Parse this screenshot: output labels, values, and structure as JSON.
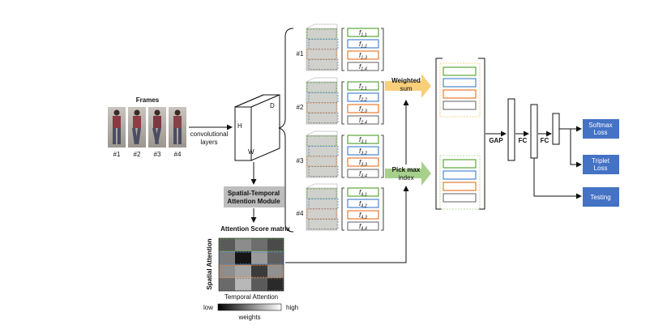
{
  "frames": {
    "title": "Frames",
    "labels": [
      "#1",
      "#2",
      "#3",
      "#4"
    ],
    "colors": [
      "#8a3a44",
      "#8f3d45",
      "#7d3940",
      "#86434a"
    ]
  },
  "conv": {
    "label_line1": "convolutional",
    "label_line2": "layers"
  },
  "cube": {
    "h": "H",
    "w": "W",
    "d": "D"
  },
  "stam": {
    "line1": "Spatial-Temporal",
    "line2": "Attention Module"
  },
  "attention": {
    "title": "Attention Score matrix",
    "y_label": "Spatial Attention",
    "x_label": "Temporal Attention",
    "low": "low",
    "high": "high",
    "weights": "weights"
  },
  "groups": [
    {
      "label": "#1",
      "features": [
        {
          "main": "f",
          "sub": "1,1"
        },
        {
          "main": "f",
          "sub": "1,2"
        },
        {
          "main": "f",
          "sub": "1,3"
        },
        {
          "main": "f",
          "sub": "1,4"
        }
      ]
    },
    {
      "label": "#2",
      "features": [
        {
          "main": "f",
          "sub": "2,1"
        },
        {
          "main": "f",
          "sub": "2,2"
        },
        {
          "main": "f",
          "sub": "2,3"
        },
        {
          "main": "f",
          "sub": "2,4"
        }
      ]
    },
    {
      "label": "#3",
      "features": [
        {
          "main": "f",
          "sub": "3,1"
        },
        {
          "main": "f",
          "sub": "3,2"
        },
        {
          "main": "f",
          "sub": "3,3"
        },
        {
          "main": "f",
          "sub": "3,4"
        }
      ]
    },
    {
      "label": "#4",
      "features": [
        {
          "main": "f",
          "sub": "4,1"
        },
        {
          "main": "f",
          "sub": "4,2"
        },
        {
          "main": "f",
          "sub": "4,3"
        },
        {
          "main": "f",
          "sub": "4,4"
        }
      ]
    }
  ],
  "feature_colors": [
    "#5aa63a",
    "#4a86d0",
    "#e87b2e",
    "#7a7a7a"
  ],
  "weighted": {
    "line1": "Weighted",
    "line2": "sum",
    "color": "#f9cf7a"
  },
  "pickmax": {
    "line1": "Pick max",
    "line2": "index",
    "color": "#a8d08d"
  },
  "gap": "GAP",
  "fc1": "FC",
  "fc2": "FC",
  "outputs": [
    {
      "line1": "Softmax",
      "line2": "Loss"
    },
    {
      "line1": "Triplet",
      "line2": "Loss"
    },
    {
      "line1": "Testing",
      "line2": ""
    }
  ],
  "output_color": "#4472c4"
}
